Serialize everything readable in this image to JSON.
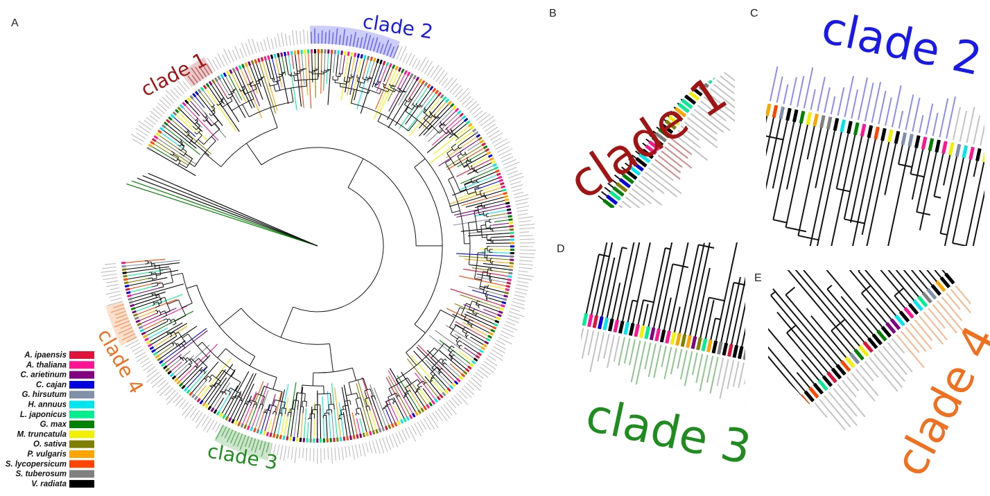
{
  "panels": {
    "a": "A",
    "b": "B",
    "c": "C",
    "d": "D",
    "e": "E"
  },
  "clades": {
    "c1": {
      "label": "clade 1",
      "color": "#a01414"
    },
    "c2": {
      "label": "clade 2",
      "color": "#1a1ae6"
    },
    "c3": {
      "label": "clade 3",
      "color": "#1e8c1e"
    },
    "c4": {
      "label": "clade 4",
      "color": "#f07020"
    }
  },
  "legend": [
    {
      "name": "A. ipaensis",
      "color": "#dc143c"
    },
    {
      "name": "A. thaliana",
      "color": "#ff1493"
    },
    {
      "name": "C. arietinum",
      "color": "#800080"
    },
    {
      "name": "C. cajan",
      "color": "#0000dd"
    },
    {
      "name": "G. hirsutum",
      "color": "#8090a8"
    },
    {
      "name": "H. annuus",
      "color": "#00e5ee"
    },
    {
      "name": "L. japonicus",
      "color": "#00ee90"
    },
    {
      "name": "G. max",
      "color": "#008000"
    },
    {
      "name": "M. truncatula",
      "color": "#f0f000"
    },
    {
      "name": "O. sativa",
      "color": "#808000"
    },
    {
      "name": "P. vulgaris",
      "color": "#ffa500"
    },
    {
      "name": "S. lycopersicum",
      "color": "#ff4500"
    },
    {
      "name": "S. tuberosum",
      "color": "#808080"
    },
    {
      "name": "V. radiata",
      "color": "#000000"
    }
  ]
}
